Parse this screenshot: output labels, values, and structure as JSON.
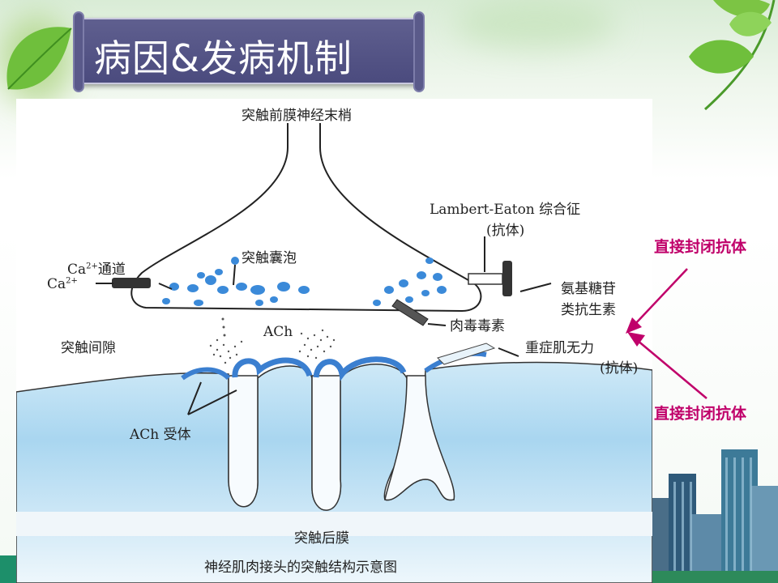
{
  "title": "病因&发病机制",
  "diagram": {
    "labels": {
      "presynaptic": "突触前膜神经末梢",
      "lambert_eaton": "Lambert-Eaton 综合征",
      "lambert_eaton_ab": "(抗体)",
      "vesicle": "突触囊泡",
      "ca_channel": "通道",
      "ca_channel_ion": "Ca",
      "ca_ion": "Ca",
      "ca_sup": "2+",
      "aminoglycoside_1": "氨基糖苷",
      "aminoglycoside_2": "类抗生素",
      "botulinum": "肉毒毒素",
      "cleft": "突触间隙",
      "ach": "ACh",
      "mg": "重症肌无力",
      "mg_ab": "(抗体)",
      "ach_receptor": "ACh 受体",
      "postsynaptic": "突触后膜",
      "caption": "神经肌肉接头的突触结构示意图"
    }
  },
  "side_notes": {
    "top": "直接封闭抗体",
    "bottom": "直接封闭抗体"
  },
  "colors": {
    "accent": "#c0006a",
    "title_bg": "#4b4b7e",
    "vesicle": "#3b8ad9"
  }
}
